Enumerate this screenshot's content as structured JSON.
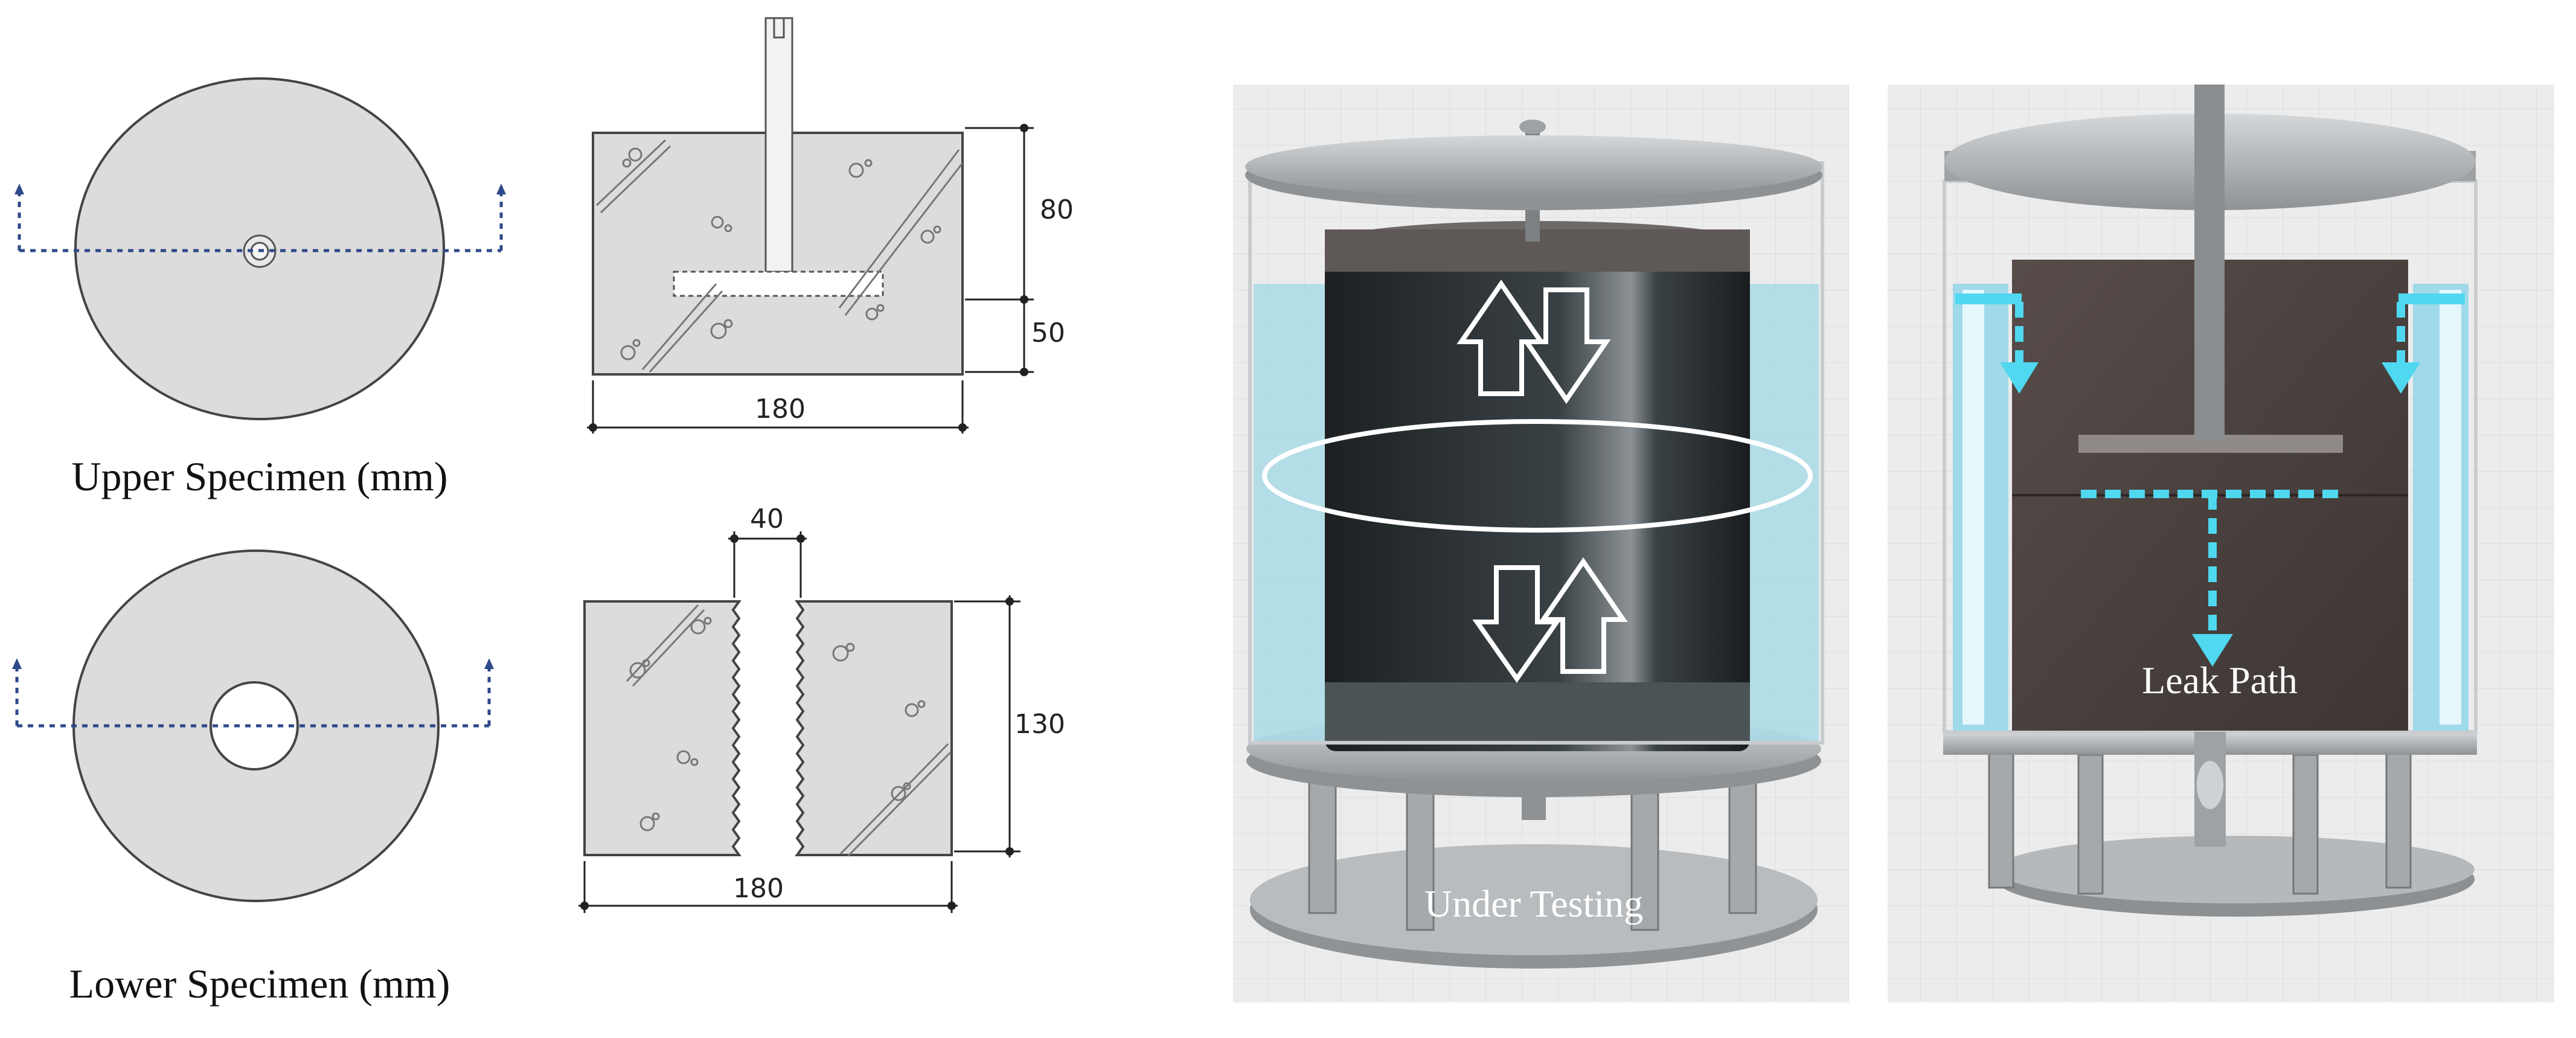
{
  "left": {
    "upper_caption": "Upper Specimen (mm)",
    "lower_caption": "Lower Specimen (mm)",
    "upper_dims": {
      "height_top": "80",
      "height_bottom": "50",
      "width": "180"
    },
    "lower_dims": {
      "gap": "40",
      "height": "130",
      "width": "180"
    }
  },
  "right": {
    "testing_label": "Under Testing",
    "leak_label": "Leak Path"
  },
  "colors": {
    "specimen_fill": "#dcdcdc",
    "section_line": "#2e4a8a",
    "water": "#a9dbe6",
    "rubber": "#2e3336",
    "concrete": "#4a4140",
    "leak_arrow": "#4fd8f0"
  }
}
